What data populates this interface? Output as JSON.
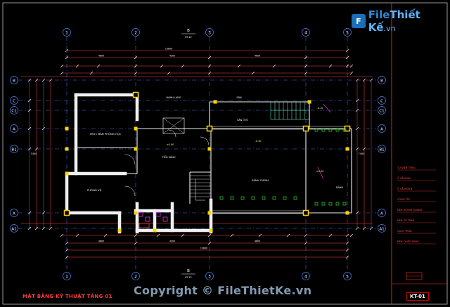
{
  "logo": {
    "mark": "F",
    "name_a": "File",
    "name_b": "Thiết Kế",
    "tld": ".vn"
  },
  "watermark": "Copyright © FileThietKe.vn",
  "sheet": {
    "title": "MẶT BẰNG KỸ THUẬT TẦNG 01",
    "code": "KT-01"
  },
  "grid_columns": [
    "1",
    "2",
    "3",
    "4",
    "5"
  ],
  "grid_rows_left": [
    "B",
    "C",
    "C1",
    "A",
    "B1",
    "A",
    "A1"
  ],
  "grid_rows_right": [
    "B",
    "C",
    "C1",
    "A",
    "B1",
    "A",
    "A1"
  ],
  "section_marks": [
    {
      "id": "B",
      "ref": "KT-12"
    },
    {
      "id": "B",
      "ref": "KT-12"
    }
  ],
  "rooms": [
    {
      "id": "phong-lam-viec",
      "label": "TRỰC BẢN PHÒNG HỌC"
    },
    {
      "id": "phong-ve-sinh",
      "label": "PHÒNG VỆ"
    },
    {
      "id": "san-oto",
      "label": "SẢN ÔTÔ"
    },
    {
      "id": "hanh-lang",
      "label": "HÀNH LANG"
    },
    {
      "id": "tien-sanh",
      "label": "TIỀN SẢNH"
    },
    {
      "id": "sanh-chinh",
      "label": "SẢNH CHÍNH"
    },
    {
      "id": "san-vuon",
      "label": "SÂN"
    },
    {
      "id": "ranh",
      "label": "RÃNH"
    }
  ],
  "levels": [
    "±0.00",
    "-0.30",
    "±0.00",
    "-0.10"
  ],
  "legend": [
    "TỦ ĐIỆN TỔNG",
    "Ổ CẮM ĐÔI",
    "Ổ CẮM ĐƠN",
    "CÔNG TẮC",
    "ĐÈN HUỲNH QUANG",
    "ĐÈN ỐP TRẦN",
    "QUẠT TRẦN",
    "ĐÈN CHIẾU SÁNG"
  ],
  "dimensions": {
    "top_total": "13600",
    "top_segments": [
      "4800",
      "4200",
      "4600"
    ],
    "bottom_total": "13600",
    "bottom_segments": [
      "4800",
      "4200",
      "4600"
    ],
    "left_total": "7400",
    "right_total": "7400"
  },
  "colors": {
    "wall": "#f0f0f0",
    "column": "#ffd400",
    "grid": "#5080ff",
    "dimension": "#ff4040",
    "stair": "#7fffd4",
    "text": "#ffff66",
    "frame": "#ff3030",
    "equipment": "#40ff40",
    "magenta": "#ff40ff"
  }
}
